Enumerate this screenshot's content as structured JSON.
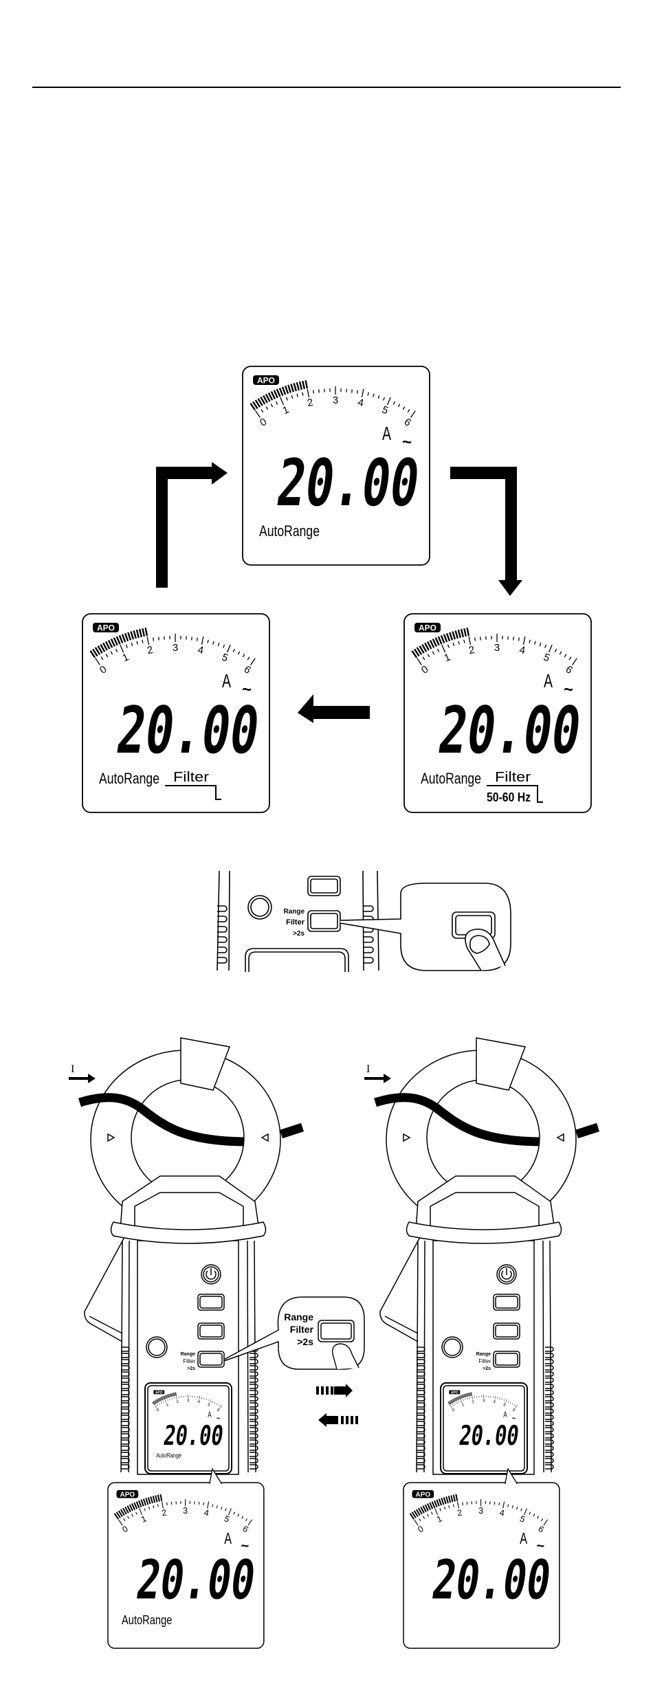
{
  "diagram": {
    "displays": {
      "top": {
        "apo": "APO",
        "scale": [
          "0",
          "1",
          "2",
          "3",
          "4",
          "5",
          "6"
        ],
        "bargraph_value": 2.0,
        "unit": "A",
        "ac_symbol": "~",
        "reading": "20.00",
        "mode": "AutoRange"
      },
      "right": {
        "apo": "APO",
        "scale": [
          "0",
          "1",
          "2",
          "3",
          "4",
          "5",
          "6"
        ],
        "bargraph_value": 2.0,
        "unit": "A",
        "ac_symbol": "~",
        "reading": "20.00",
        "mode": "AutoRange",
        "filter": "Filter",
        "filter_freq": "50-60 Hz"
      },
      "left": {
        "apo": "APO",
        "scale": [
          "0",
          "1",
          "2",
          "3",
          "4",
          "5",
          "6"
        ],
        "bargraph_value": 2.0,
        "unit": "A",
        "ac_symbol": "~",
        "reading": "20.00",
        "mode": "AutoRange",
        "filter": "Filter"
      },
      "clamp_a_small": {
        "apo": "APO",
        "scale": [
          "0",
          "1",
          "2",
          "3",
          "4",
          "5",
          "6"
        ],
        "bargraph_value": 2.0,
        "unit": "A",
        "ac_symbol": "~",
        "reading": "20.00",
        "mode": "AutoRange"
      },
      "clamp_a_zoom": {
        "apo": "APO",
        "scale": [
          "0",
          "1",
          "2",
          "3",
          "4",
          "5",
          "6"
        ],
        "bargraph_value": 2.0,
        "unit": "A",
        "ac_symbol": "~",
        "reading": "20.00",
        "mode": "AutoRange"
      },
      "clamp_b_small": {
        "apo": "APO",
        "scale": [
          "0",
          "1",
          "2",
          "3",
          "4",
          "5",
          "6"
        ],
        "bargraph_value": 2.0,
        "unit": "A",
        "ac_symbol": "~",
        "reading": "20.00"
      },
      "clamp_b_zoom": {
        "apo": "APO",
        "scale": [
          "0",
          "1",
          "2",
          "3",
          "4",
          "5",
          "6"
        ],
        "bargraph_value": 2.0,
        "unit": "A",
        "ac_symbol": "~",
        "reading": "20.00"
      }
    },
    "button_panel": {
      "range": "Range",
      "filter": "Filter",
      "hold": ">2s"
    },
    "clamps": [
      {
        "current_label": "I",
        "button_labels": {
          "range": "Range",
          "filter": "Filter",
          "hold": ">2s"
        },
        "callout": {
          "range": "Range",
          "filter": "Filter",
          "hold": ">2s"
        }
      },
      {
        "current_label": "I",
        "button_labels": {
          "range": "Range",
          "filter": "Filter",
          "hold": ">2s"
        }
      }
    ]
  }
}
